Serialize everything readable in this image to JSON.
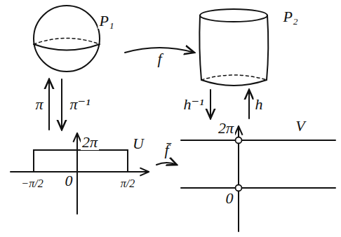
{
  "diagram": {
    "nodes": [
      {
        "text": [
          "P₁"
        ]
      },
      {
        "text": [
          "P₂"
        ]
      },
      {
        "text": [
          "U"
        ]
      },
      {
        "text": [
          "V"
        ]
      }
    ],
    "edges": [
      {
        "from": 0,
        "to": 1,
        "arrow": "to",
        "label": "f"
      },
      {
        "from": 2,
        "to": 0,
        "arrow": "to",
        "label": "π"
      },
      {
        "from": 0,
        "to": 2,
        "arrow": "to",
        "label": "π⁻¹"
      },
      {
        "from": 1,
        "to": 3,
        "arrow": "to",
        "label": "h⁻¹"
      },
      {
        "from": 3,
        "to": 1,
        "arrow": "to",
        "label": "h"
      },
      {
        "from": 2,
        "to": 3,
        "arrow": "to",
        "label": "f̄"
      }
    ],
    "labels": [
      "2π",
      "−π/2",
      "0",
      "π/2",
      "2π",
      "0"
    ]
  }
}
